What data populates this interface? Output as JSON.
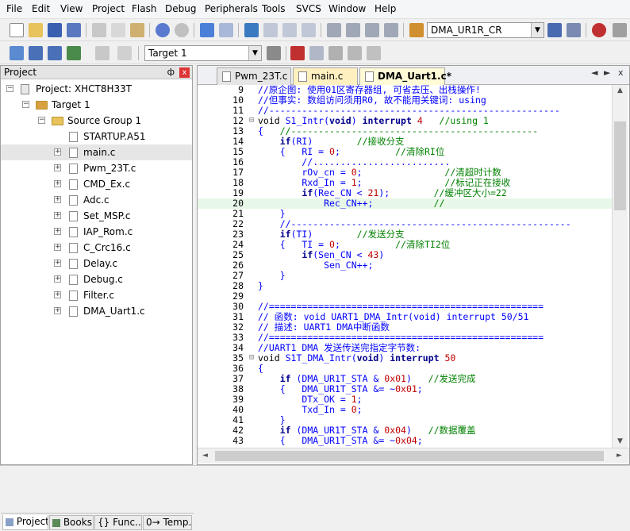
{
  "menu": [
    "File",
    "Edit",
    "View",
    "Project",
    "Flash",
    "Debug",
    "Peripherals",
    "Tools",
    "SVCS",
    "Window",
    "Help"
  ],
  "toolbar1": {
    "find_combo": "DMA_UR1R_CR"
  },
  "toolbar2": {
    "target_combo": "Target 1"
  },
  "project_panel": {
    "title": "Project",
    "pin": "ф",
    "close": "x",
    "root": "Project: XHCT8H33T",
    "target": "Target 1",
    "group": "Source Group 1",
    "files": [
      "STARTUP.A51",
      "main.c",
      "Pwm_23T.c",
      "CMD_Ex.c",
      "Adc.c",
      "Set_MSP.c",
      "IAP_Rom.c",
      "C_Crc16.c",
      "Delay.c",
      "Debug.c",
      "Filter.c",
      "DMA_Uart1.c"
    ],
    "tabs": [
      "Project",
      "Books",
      "{} Func...",
      "0→ Temp..."
    ]
  },
  "editor": {
    "tabs": [
      "Pwm_23T.c",
      "main.c",
      "DMA_Uart1.c*"
    ],
    "active_tab": "DMA_Uart1.c*",
    "controls": [
      "◄",
      "►",
      "x"
    ],
    "line_numbers": [
      "9",
      "10",
      "11",
      "12",
      "13",
      "14",
      "15",
      "16",
      "17",
      "18",
      "19",
      "20",
      "21",
      "22",
      "23",
      "24",
      "25",
      "26",
      "27",
      "28",
      "29",
      "30",
      "31",
      "32",
      "33",
      "34",
      "35",
      "36",
      "37",
      "38",
      "39",
      "40",
      "41",
      "42",
      "43"
    ],
    "highlight_line": "20"
  }
}
